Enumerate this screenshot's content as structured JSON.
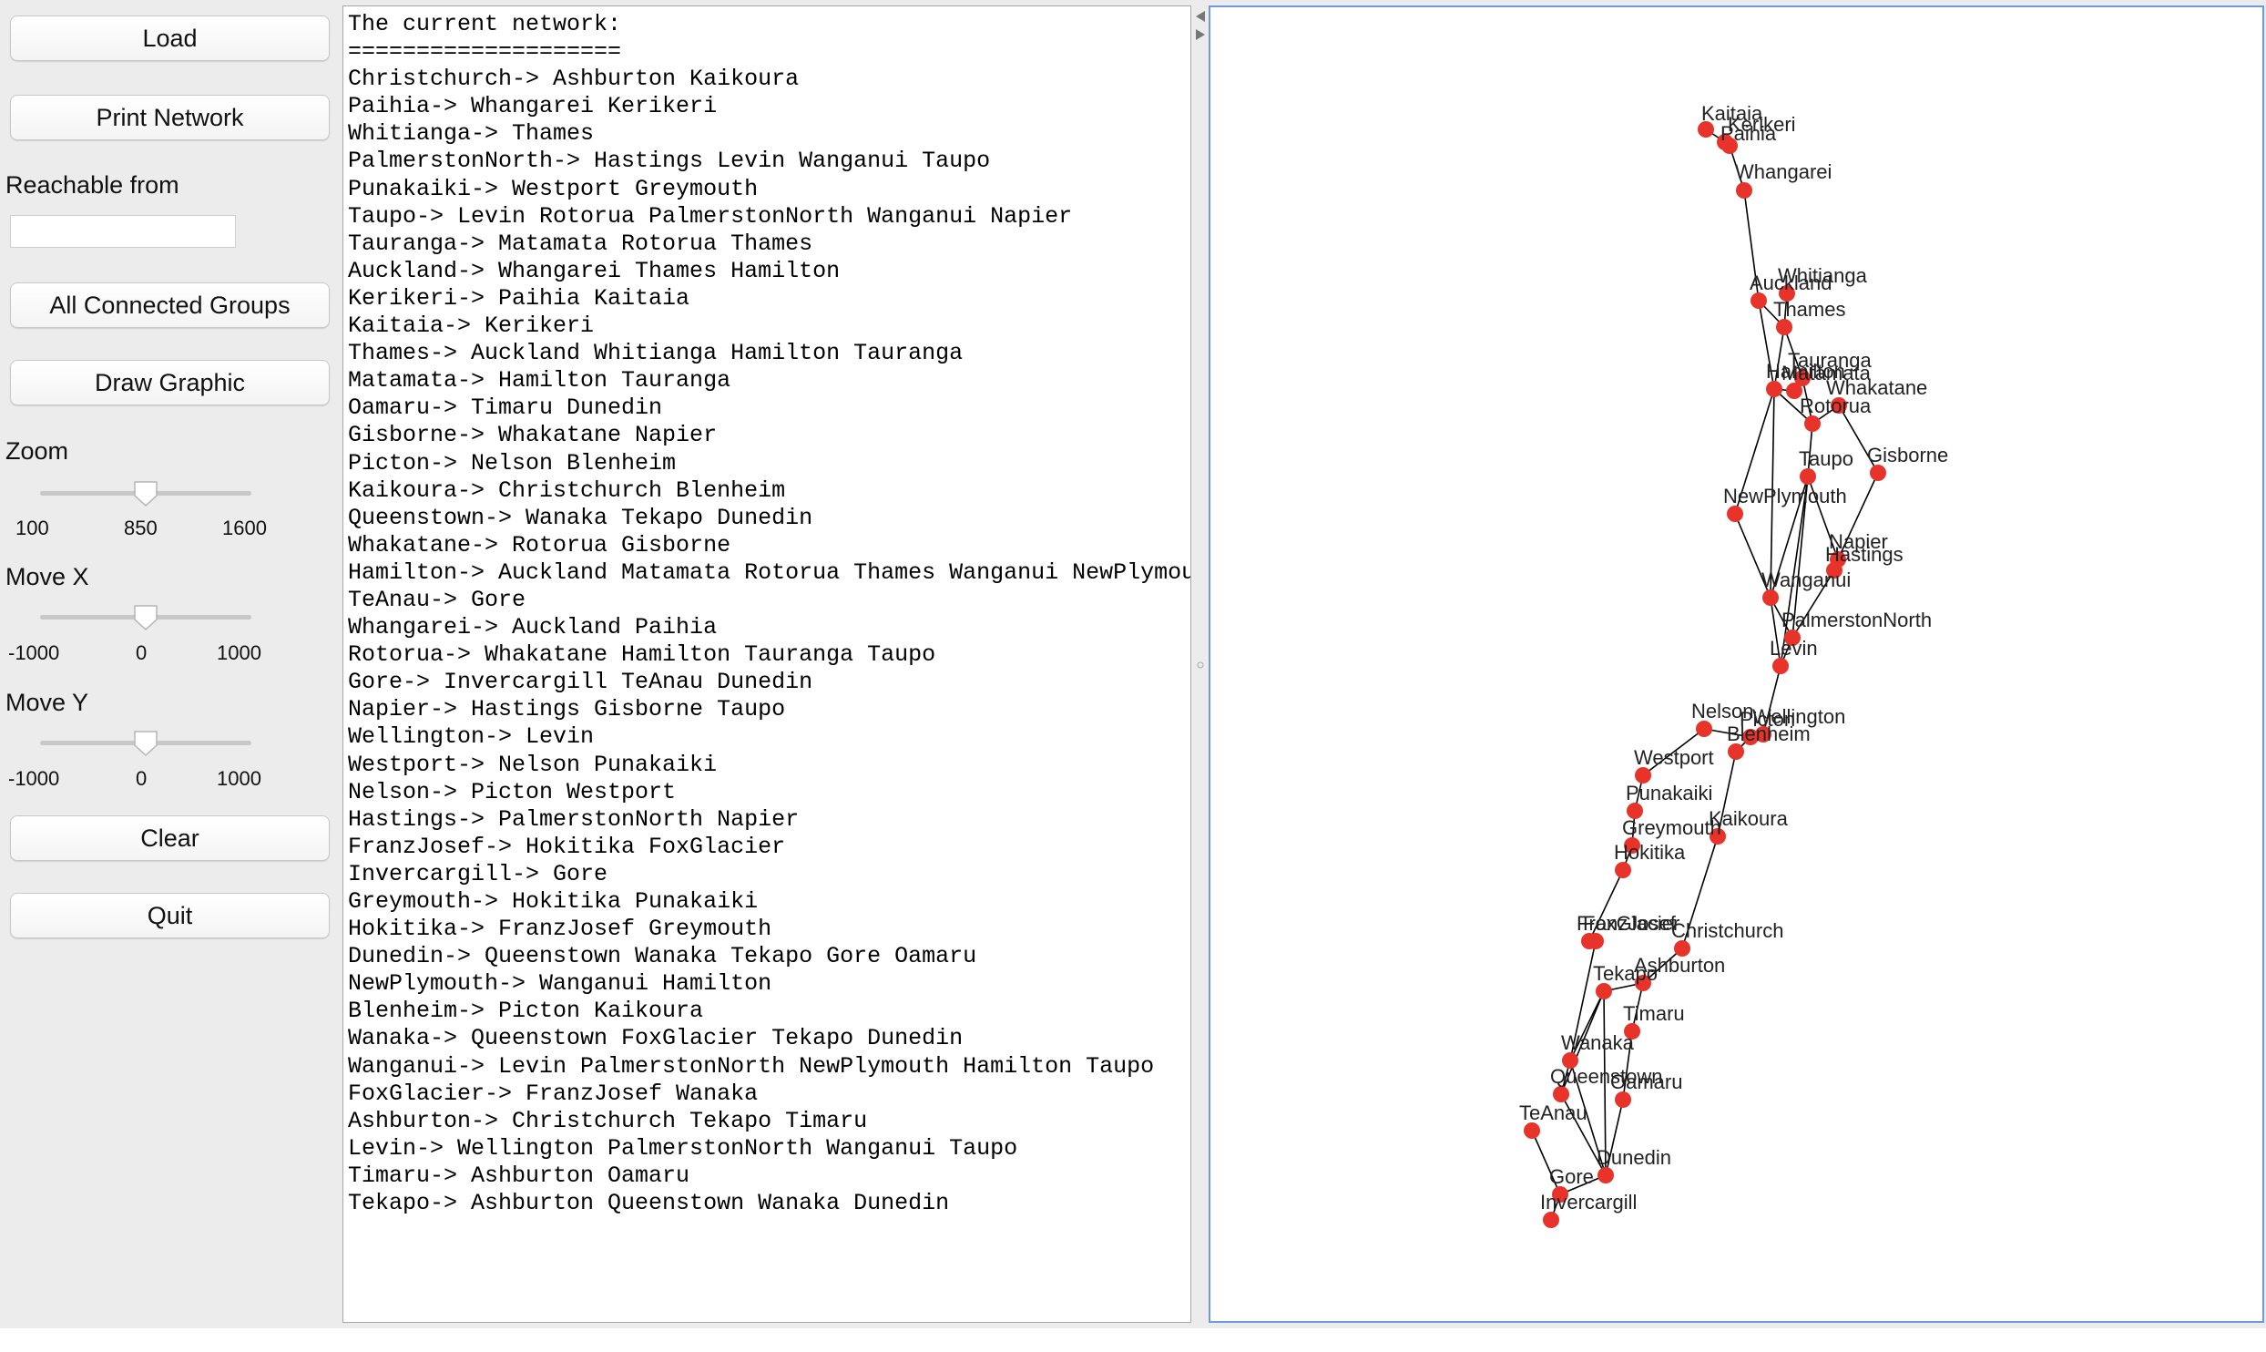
{
  "controls": {
    "load_label": "Load",
    "print_network_label": "Print Network",
    "reachable_label": "Reachable from",
    "reachable_value": "",
    "all_connected_label": "All Connected Groups",
    "draw_graphic_label": "Draw Graphic",
    "zoom": {
      "label": "Zoom",
      "min": "100",
      "mid": "850",
      "max": "1600",
      "value": 850
    },
    "move_x": {
      "label": "Move X",
      "min": "-1000",
      "mid": "0",
      "max": "1000",
      "value": 0
    },
    "move_y": {
      "label": "Move Y",
      "min": "-1000",
      "mid": "0",
      "max": "1000",
      "value": 0
    },
    "clear_label": "Clear",
    "quit_label": "Quit"
  },
  "console": {
    "lines": [
      "The current network:",
      "====================",
      "Christchurch-> Ashburton Kaikoura",
      "Paihia-> Whangarei Kerikeri",
      "Whitianga-> Thames",
      "PalmerstonNorth-> Hastings Levin Wanganui Taupo",
      "Punakaiki-> Westport Greymouth",
      "Taupo-> Levin Rotorua PalmerstonNorth Wanganui Napier",
      "Tauranga-> Matamata Rotorua Thames",
      "Auckland-> Whangarei Thames Hamilton",
      "Kerikeri-> Paihia Kaitaia",
      "Kaitaia-> Kerikeri",
      "Thames-> Auckland Whitianga Hamilton Tauranga",
      "Matamata-> Hamilton Tauranga",
      "Oamaru-> Timaru Dunedin",
      "Gisborne-> Whakatane Napier",
      "Picton-> Nelson Blenheim",
      "Kaikoura-> Christchurch Blenheim",
      "Queenstown-> Wanaka Tekapo Dunedin",
      "Whakatane-> Rotorua Gisborne",
      "Hamilton-> Auckland Matamata Rotorua Thames Wanganui NewPlymouth",
      "TeAnau-> Gore",
      "Whangarei-> Auckland Paihia",
      "Rotorua-> Whakatane Hamilton Tauranga Taupo",
      "Gore-> Invercargill TeAnau Dunedin",
      "Napier-> Hastings Gisborne Taupo",
      "Wellington-> Levin",
      "Westport-> Nelson Punakaiki",
      "Nelson-> Picton Westport",
      "Hastings-> PalmerstonNorth Napier",
      "FranzJosef-> Hokitika FoxGlacier",
      "Invercargill-> Gore",
      "Greymouth-> Hokitika Punakaiki",
      "Hokitika-> FranzJosef Greymouth",
      "Dunedin-> Queenstown Wanaka Tekapo Gore Oamaru",
      "NewPlymouth-> Wanganui Hamilton",
      "Blenheim-> Picton Kaikoura",
      "Wanaka-> Queenstown FoxGlacier Tekapo Dunedin",
      "Wanganui-> Levin PalmerstonNorth NewPlymouth Hamilton Taupo",
      "FoxGlacier-> FranzJosef Wanaka",
      "Ashburton-> Christchurch Tekapo Timaru",
      "Levin-> Wellington PalmerstonNorth Wanganui Taupo",
      "Timaru-> Ashburton Oamaru",
      "Tekapo-> Ashburton Queenstown Wanaka Dunedin"
    ]
  },
  "graph": {
    "node_color": "#e8332a",
    "edge_color": "#000000",
    "nodes": [
      {
        "name": "Kaitaia"
      },
      {
        "name": "Kerikeri"
      },
      {
        "name": "Paihia"
      },
      {
        "name": "Whangarei"
      },
      {
        "name": "Auckland"
      },
      {
        "name": "Whitianga"
      },
      {
        "name": "Thames"
      },
      {
        "name": "Tauranga"
      },
      {
        "name": "Hamilton"
      },
      {
        "name": "Matamata"
      },
      {
        "name": "Whakatane"
      },
      {
        "name": "Rotorua"
      },
      {
        "name": "Gisborne"
      },
      {
        "name": "Taupo"
      },
      {
        "name": "NewPlymouth"
      },
      {
        "name": "Napier"
      },
      {
        "name": "Hastings"
      },
      {
        "name": "Wanganui"
      },
      {
        "name": "PalmerstonNorth"
      },
      {
        "name": "Levin"
      },
      {
        "name": "Wellington"
      },
      {
        "name": "Nelson"
      },
      {
        "name": "Picton"
      },
      {
        "name": "Blenheim"
      },
      {
        "name": "Westport"
      },
      {
        "name": "Punakaiki"
      },
      {
        "name": "Greymouth"
      },
      {
        "name": "Kaikoura"
      },
      {
        "name": "Hokitika"
      },
      {
        "name": "FranzJosef"
      },
      {
        "name": "FoxGlacier"
      },
      {
        "name": "Christchurch"
      },
      {
        "name": "Ashburton"
      },
      {
        "name": "Tekapo"
      },
      {
        "name": "Timaru"
      },
      {
        "name": "Wanaka"
      },
      {
        "name": "Queenstown"
      },
      {
        "name": "Oamaru"
      },
      {
        "name": "TeAnau"
      },
      {
        "name": "Dunedin"
      },
      {
        "name": "Gore"
      },
      {
        "name": "Invercargill"
      }
    ],
    "edges": [
      [
        "Christchurch",
        "Ashburton"
      ],
      [
        "Christchurch",
        "Kaikoura"
      ],
      [
        "Paihia",
        "Whangarei"
      ],
      [
        "Paihia",
        "Kerikeri"
      ],
      [
        "Whitianga",
        "Thames"
      ],
      [
        "PalmerstonNorth",
        "Hastings"
      ],
      [
        "PalmerstonNorth",
        "Levin"
      ],
      [
        "PalmerstonNorth",
        "Wanganui"
      ],
      [
        "PalmerstonNorth",
        "Taupo"
      ],
      [
        "Punakaiki",
        "Westport"
      ],
      [
        "Punakaiki",
        "Greymouth"
      ],
      [
        "Taupo",
        "Levin"
      ],
      [
        "Taupo",
        "Rotorua"
      ],
      [
        "Taupo",
        "Wanganui"
      ],
      [
        "Taupo",
        "Napier"
      ],
      [
        "Tauranga",
        "Matamata"
      ],
      [
        "Tauranga",
        "Rotorua"
      ],
      [
        "Tauranga",
        "Thames"
      ],
      [
        "Auckland",
        "Whangarei"
      ],
      [
        "Auckland",
        "Thames"
      ],
      [
        "Auckland",
        "Hamilton"
      ],
      [
        "Kerikeri",
        "Kaitaia"
      ],
      [
        "Thames",
        "Hamilton"
      ],
      [
        "Matamata",
        "Hamilton"
      ],
      [
        "Oamaru",
        "Timaru"
      ],
      [
        "Oamaru",
        "Dunedin"
      ],
      [
        "Gisborne",
        "Whakatane"
      ],
      [
        "Gisborne",
        "Napier"
      ],
      [
        "Picton",
        "Nelson"
      ],
      [
        "Picton",
        "Blenheim"
      ],
      [
        "Kaikoura",
        "Blenheim"
      ],
      [
        "Queenstown",
        "Wanaka"
      ],
      [
        "Queenstown",
        "Tekapo"
      ],
      [
        "Queenstown",
        "Dunedin"
      ],
      [
        "Whakatane",
        "Rotorua"
      ],
      [
        "Hamilton",
        "Rotorua"
      ],
      [
        "Hamilton",
        "Wanganui"
      ],
      [
        "Hamilton",
        "NewPlymouth"
      ],
      [
        "TeAnau",
        "Gore"
      ],
      [
        "Gore",
        "Invercargill"
      ],
      [
        "Gore",
        "Dunedin"
      ],
      [
        "Napier",
        "Hastings"
      ],
      [
        "Wellington",
        "Levin"
      ],
      [
        "Westport",
        "Nelson"
      ],
      [
        "FranzJosef",
        "Hokitika"
      ],
      [
        "FranzJosef",
        "FoxGlacier"
      ],
      [
        "Greymouth",
        "Hokitika"
      ],
      [
        "Dunedin",
        "Wanaka"
      ],
      [
        "Dunedin",
        "Tekapo"
      ],
      [
        "NewPlymouth",
        "Wanganui"
      ],
      [
        "Wanaka",
        "FoxGlacier"
      ],
      [
        "Wanaka",
        "Tekapo"
      ],
      [
        "Wanganui",
        "Levin"
      ],
      [
        "Ashburton",
        "Tekapo"
      ],
      [
        "Ashburton",
        "Timaru"
      ]
    ]
  }
}
